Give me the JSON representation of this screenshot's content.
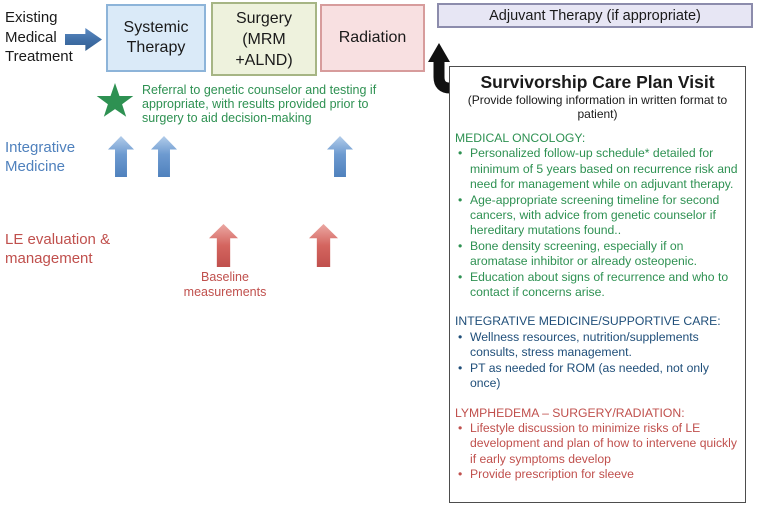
{
  "colors": {
    "green": "#2e9152",
    "navy": "#1f4e79",
    "red": "#c0504d",
    "blue_label": "#4f81bd",
    "arrow_blue": "#4f81bd",
    "arrow_red": "#c0504d",
    "flow_arrow_blue": "#3f6ea6",
    "box_systemic_fill": "#daeaf8",
    "box_surgery_fill": "#eef2dd",
    "box_radiation_fill": "#f8e0e1",
    "box_adjuvant_fill": "#e7e6f4",
    "black_arrow": "#111111"
  },
  "icons": {
    "flow_arrow": "right-arrow-icon",
    "integrative_arrow": "up-arrow-icon",
    "le_arrow": "up-arrow-icon",
    "referral_star": "star-icon",
    "care_plan_arrow": "elbow-up-arrow-icon"
  },
  "flow": {
    "existing_label": "Existing\nMedical\nTreatment",
    "systemic_label": "Systemic\nTherapy",
    "surgery_label": "Surgery\n(MRM\n+ALND)",
    "radiation_label": "Radiation",
    "adjuvant_label": "Adjuvant Therapy (if appropriate)"
  },
  "annotations": {
    "referral_note": "Referral to genetic counselor and testing if appropriate, with results provided prior to surgery to aid decision-making",
    "integrative_label": "Integrative\nMedicine",
    "le_label": "LE evaluation &\nmanagement",
    "baseline_label": "Baseline\nmeasurements"
  },
  "care_plan": {
    "title": "Survivorship Care Plan Visit",
    "subtitle": "(Provide following information in written format to patient)",
    "sections": [
      {
        "heading": "MEDICAL ONCOLOGY:",
        "color": "green",
        "bullets": [
          "Personalized follow-up schedule* detailed for minimum of 5 years based on recurrence risk and need for management while on adjuvant therapy.",
          "Age-appropriate screening timeline for second cancers, with advice from genetic counselor if hereditary mutations found..",
          "Bone density screening, especially if on aromatase inhibitor or already osteopenic.",
          "Education about signs of recurrence and who to contact if concerns arise."
        ]
      },
      {
        "heading": "INTEGRATIVE MEDICINE/SUPPORTIVE CARE:",
        "color": "navy",
        "bullets": [
          "Wellness resources, nutrition/supplements consults, stress management.",
          "PT as needed for ROM (as needed, not only once)"
        ]
      },
      {
        "heading": "LYMPHEDEMA – SURGERY/RADIATION:",
        "color": "red",
        "bullets": [
          "Lifestyle discussion to minimize risks of LE development and plan of how to intervene quickly if early symptoms develop",
          "Provide prescription for sleeve"
        ]
      }
    ]
  }
}
